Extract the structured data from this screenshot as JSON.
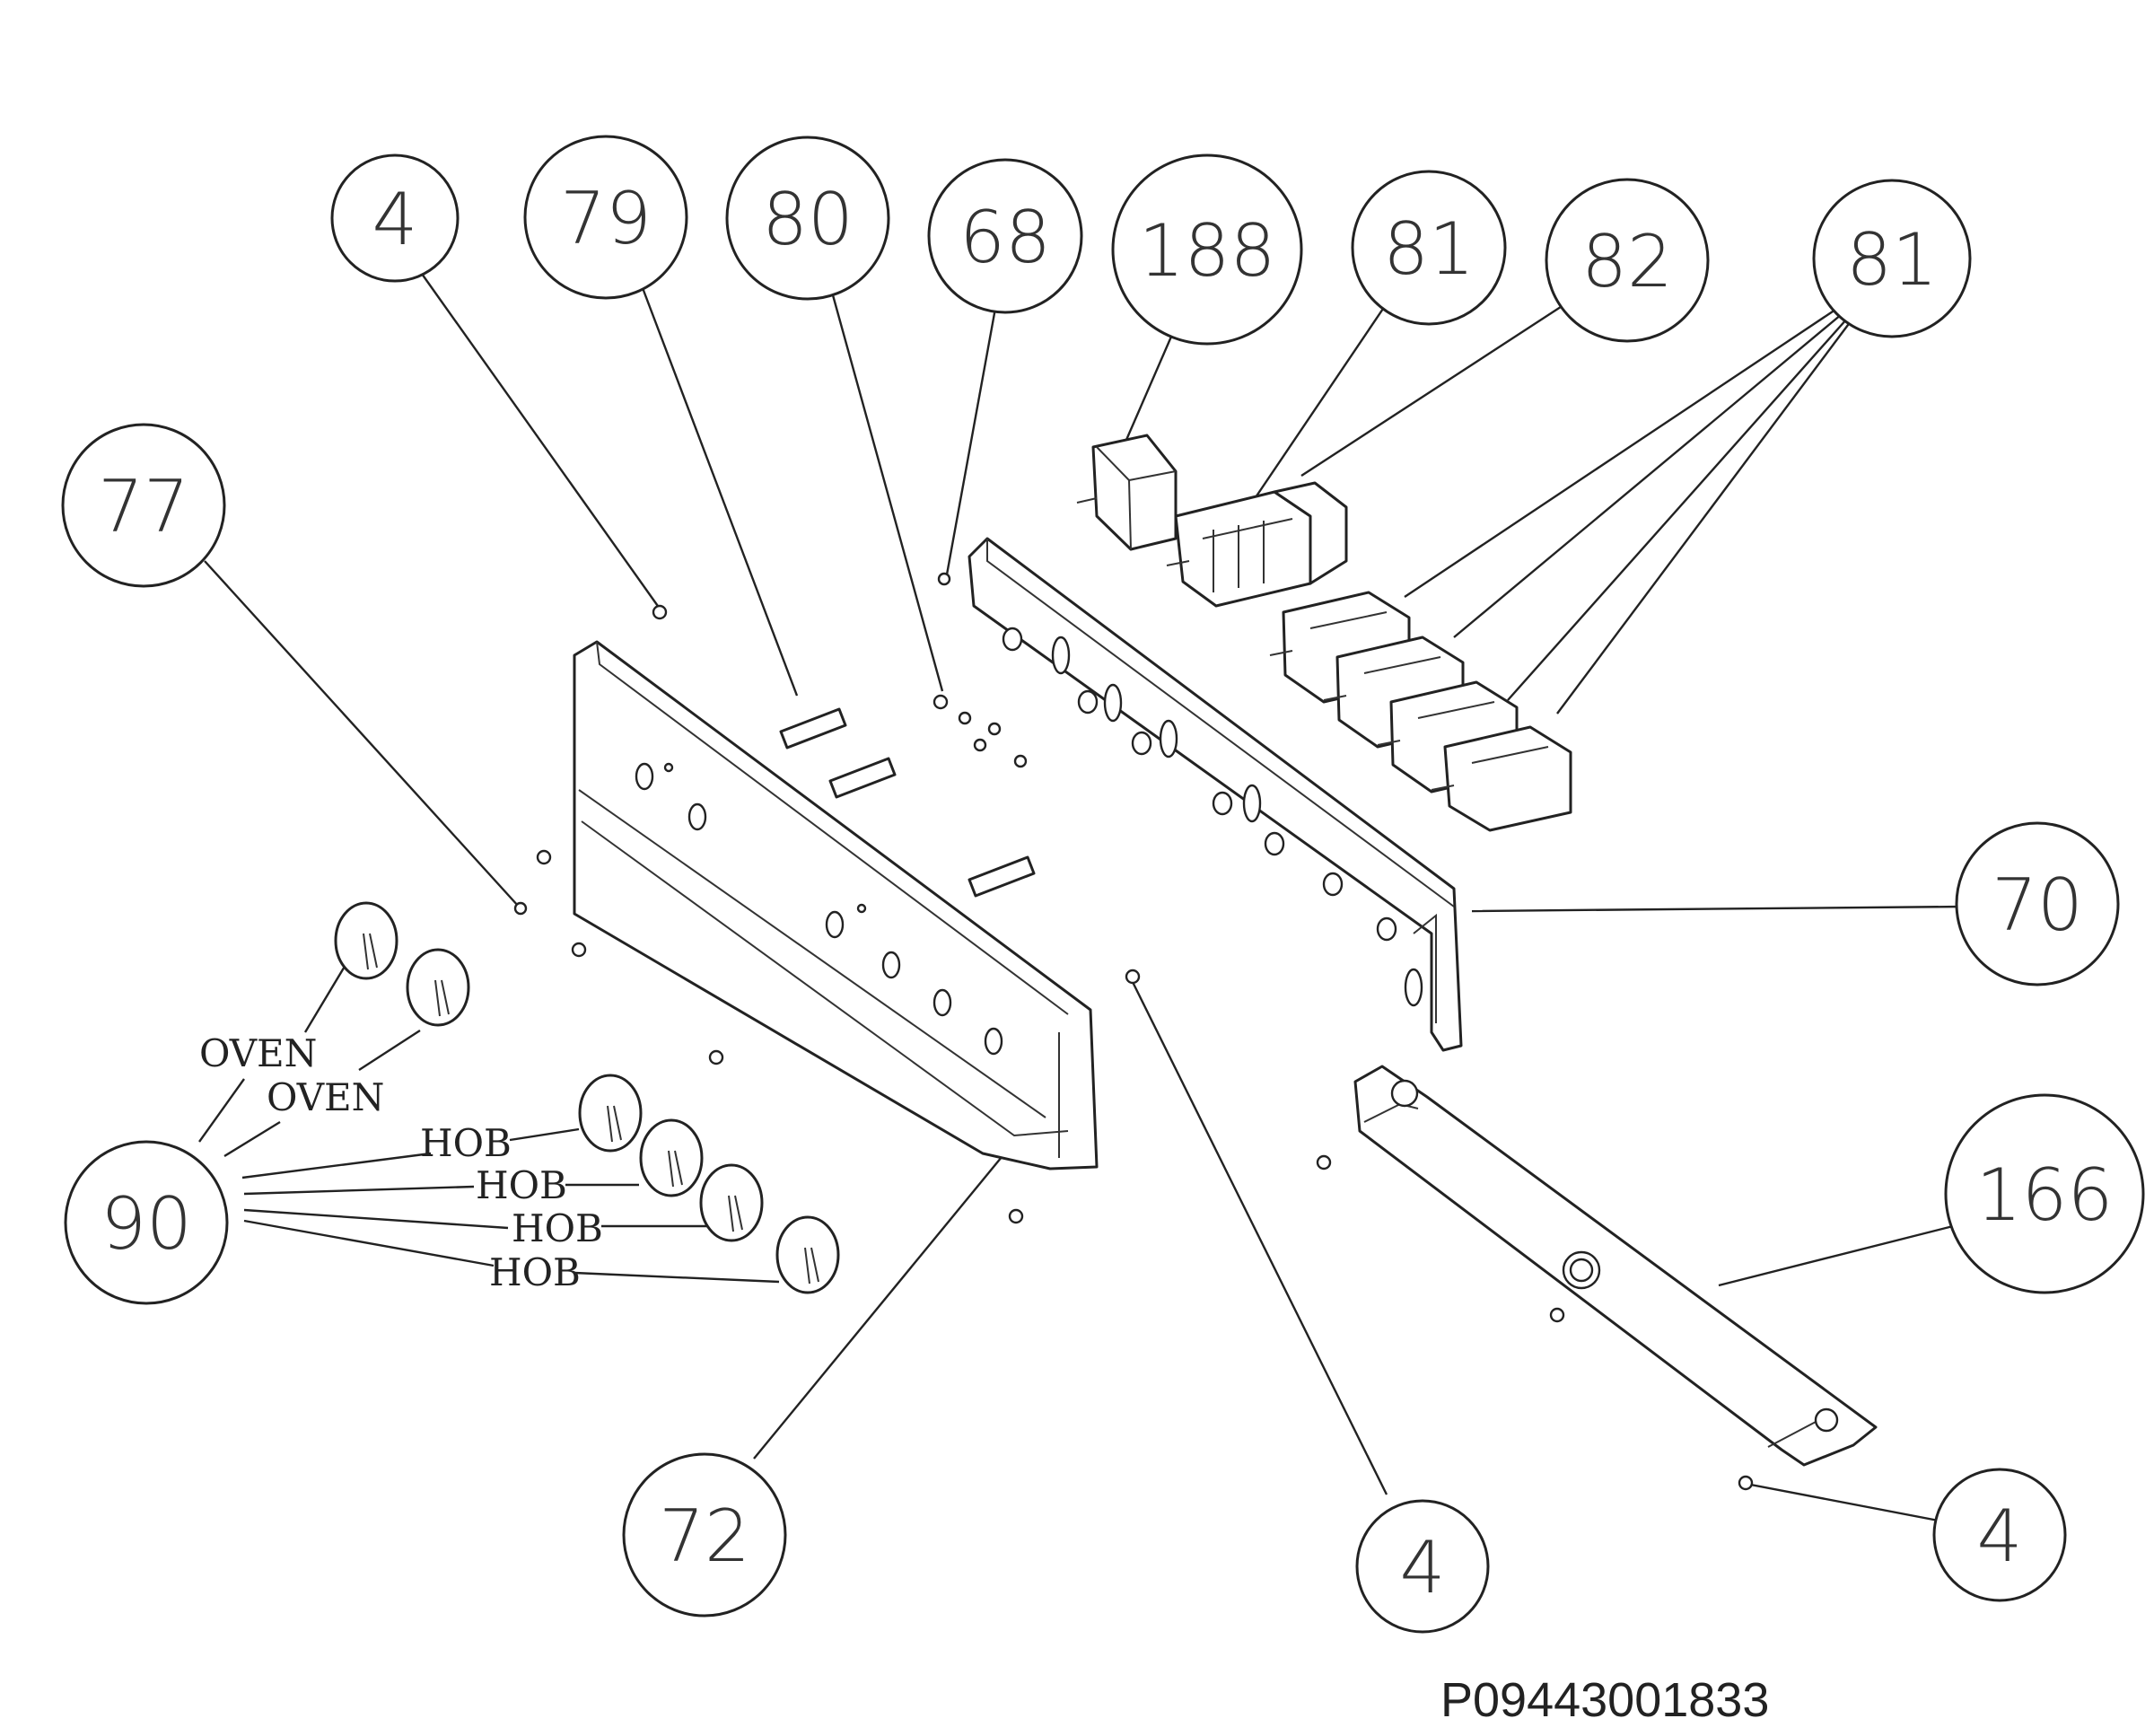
{
  "diagram": {
    "callouts": [
      "4",
      "79",
      "80",
      "68",
      "188",
      "81",
      "82",
      "81",
      "77",
      "70",
      "90",
      "166",
      "72",
      "4",
      "4"
    ],
    "knob_labels": [
      "OVEN",
      "OVEN",
      "HOB",
      "HOB",
      "HOB",
      "HOB"
    ],
    "drawing_code": "P09443001833"
  }
}
